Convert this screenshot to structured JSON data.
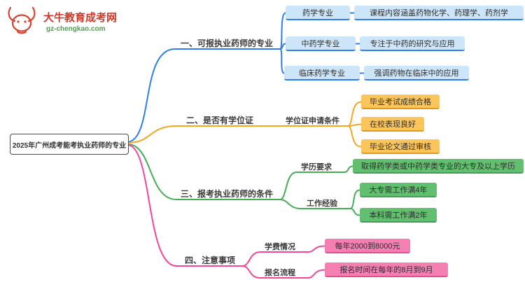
{
  "logo": {
    "title": "大牛教育成考网",
    "domain": "gz-chengkao.com"
  },
  "root": {
    "label": "2025年广州成考能考执业药师的专业"
  },
  "palette": {
    "blue": "#2E7FE8",
    "orange": "#F5A623",
    "green": "#45AC57",
    "pink": "#F2459C"
  },
  "branches": [
    {
      "label": "一、可报执业药师的专业",
      "color": "#2E7FE8",
      "items": [
        {
          "name": "药学专业",
          "detail": "课程内容涵盖药物化学、药理学、药剂学"
        },
        {
          "name": "中药学专业",
          "detail": "专注于中药的研究与应用"
        },
        {
          "name": "临床药学专业",
          "detail": "强调药物在临床中的应用"
        }
      ]
    },
    {
      "label": "二、是否有学位证",
      "color": "#F5A623",
      "sub_label": "学位证申请条件",
      "items": [
        "毕业考试成绩合格",
        "在校表现良好",
        "毕业论文通过审核"
      ]
    },
    {
      "label": "三、报考执业药师的条件",
      "color": "#45AC57",
      "groups": [
        {
          "name": "学历要求",
          "details": [
            "取得药学类或中药学类专业的大专及以上学历"
          ]
        },
        {
          "name": "工作经验",
          "details": [
            "大专需工作满4年",
            "本科需工作满2年"
          ]
        }
      ]
    },
    {
      "label": "四、注意事项",
      "color": "#F2459C",
      "groups": [
        {
          "name": "学费情况",
          "details": [
            "每年2000到8000元"
          ]
        },
        {
          "name": "报名流程",
          "details": [
            "报名时间在每年的8月到9月"
          ]
        }
      ]
    }
  ]
}
